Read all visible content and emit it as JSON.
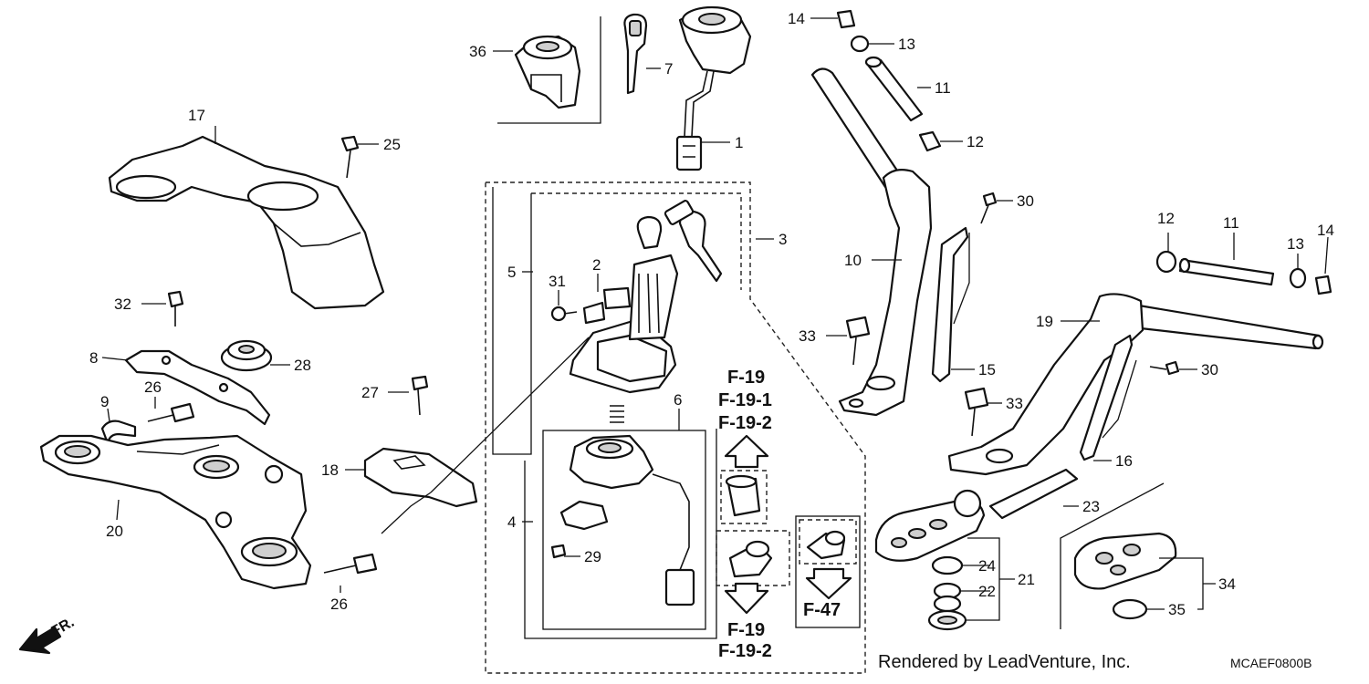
{
  "callouts": {
    "n1": "1",
    "n2": "2",
    "n3": "3",
    "n4": "4",
    "n5": "5",
    "n6": "6",
    "n7": "7",
    "n8": "8",
    "n9": "9",
    "n10": "10",
    "n11a": "11",
    "n11b": "11",
    "n12a": "12",
    "n12b": "12",
    "n13a": "13",
    "n13b": "13",
    "n14a": "14",
    "n14b": "14",
    "n15": "15",
    "n16": "16",
    "n17": "17",
    "n18": "18",
    "n19": "19",
    "n20": "20",
    "n21": "21",
    "n22": "22",
    "n23": "23",
    "n24": "24",
    "n25": "25",
    "n26a": "26",
    "n26b": "26",
    "n27": "27",
    "n28": "28",
    "n29": "29",
    "n30a": "30",
    "n30b": "30",
    "n31": "31",
    "n32": "32",
    "n33a": "33",
    "n33b": "33",
    "n34": "34",
    "n35": "35",
    "n36": "36"
  },
  "references": {
    "up_1": "F-19",
    "up_2": "F-19-1",
    "up_3": "F-19-2",
    "down_1": "F-19",
    "down_2": "F-19-2",
    "right": "F-47"
  },
  "footer": {
    "credit": "Rendered by LeadVenture, Inc.",
    "diagram_code": "MCAEF0800B"
  },
  "direction": {
    "label": "FR."
  }
}
